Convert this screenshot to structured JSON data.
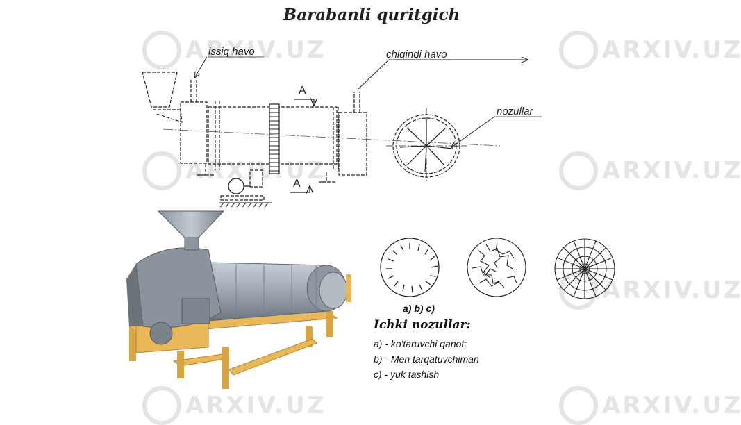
{
  "title": "Barabanli quritgich",
  "labels": {
    "hot_air": "issiq havo",
    "waste_air": "chiqindi havo",
    "nozzles": "nozullar",
    "section_a": "A",
    "abc": "a)  b)  c)"
  },
  "caption": {
    "heading": "Ichki nozullar:",
    "items": [
      "a) - ko'taruvchi qanot;",
      "b) - Mеn tarqatuvchiman",
      "c) - yuk tashish"
    ]
  },
  "watermark": "ARXIV.UZ",
  "colors": {
    "frame": "#e8b85a",
    "drum": "#9aa3ad",
    "ink": "#222222"
  }
}
